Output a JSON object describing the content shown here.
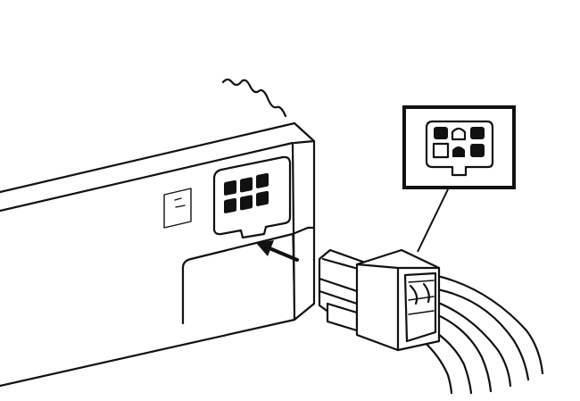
{
  "figure": {
    "background": "#ffffff",
    "line_color": "#111111",
    "subject": "device-with-6-pin-power-socket-and-connector"
  },
  "socket": {
    "pins": 6
  },
  "inset": {
    "pins": 6
  },
  "icons": {
    "arrow": "insert-arrow-icon",
    "plug": "connector-plug-icon"
  }
}
